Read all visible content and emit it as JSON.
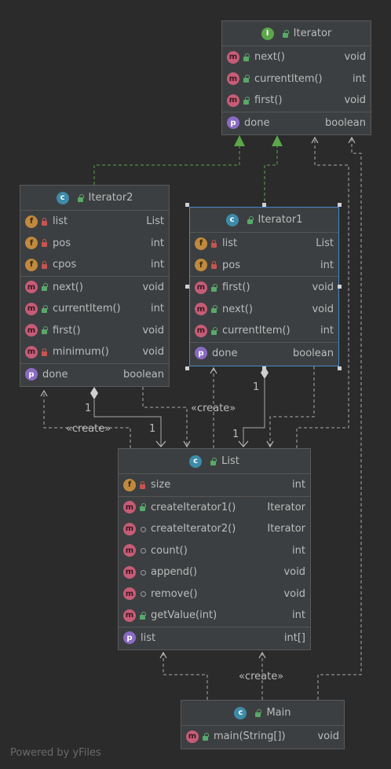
{
  "classes": [
    {
      "id": "Iterator",
      "kind": "I",
      "name": "Iterator",
      "sections": [
        [
          {
            "badge": "m",
            "vis": "pub",
            "name": "next()",
            "type": "void"
          },
          {
            "badge": "m",
            "vis": "pub",
            "name": "currentItem()",
            "type": "int"
          },
          {
            "badge": "m",
            "vis": "pub",
            "name": "first()",
            "type": "void"
          }
        ],
        [
          {
            "badge": "p",
            "vis": "",
            "name": "done",
            "type": "boolean"
          }
        ]
      ]
    },
    {
      "id": "Iterator2",
      "kind": "C",
      "name": "Iterator2",
      "sections": [
        [
          {
            "badge": "f",
            "vis": "priv",
            "name": "list",
            "type": "List"
          },
          {
            "badge": "f",
            "vis": "priv",
            "name": "pos",
            "type": "int"
          },
          {
            "badge": "f",
            "vis": "priv",
            "name": "cpos",
            "type": "int"
          }
        ],
        [
          {
            "badge": "m",
            "vis": "pub",
            "name": "next()",
            "type": "void"
          },
          {
            "badge": "m",
            "vis": "pub",
            "name": "currentItem()",
            "type": "int"
          },
          {
            "badge": "m",
            "vis": "pub",
            "name": "first()",
            "type": "void"
          },
          {
            "badge": "m",
            "vis": "priv",
            "name": "minimum()",
            "type": "void"
          }
        ],
        [
          {
            "badge": "p",
            "vis": "",
            "name": "done",
            "type": "boolean"
          }
        ]
      ]
    },
    {
      "id": "Iterator1",
      "kind": "C",
      "name": "Iterator1",
      "sections": [
        [
          {
            "badge": "f",
            "vis": "priv",
            "name": "list",
            "type": "List"
          },
          {
            "badge": "f",
            "vis": "priv",
            "name": "pos",
            "type": "int"
          }
        ],
        [
          {
            "badge": "m",
            "vis": "pub",
            "name": "first()",
            "type": "void"
          },
          {
            "badge": "m",
            "vis": "pub",
            "name": "next()",
            "type": "void"
          },
          {
            "badge": "m",
            "vis": "pub",
            "name": "currentItem()",
            "type": "int"
          }
        ],
        [
          {
            "badge": "p",
            "vis": "",
            "name": "done",
            "type": "boolean"
          }
        ]
      ]
    },
    {
      "id": "List",
      "kind": "C",
      "name": "List",
      "sections": [
        [
          {
            "badge": "f",
            "vis": "priv",
            "name": "size",
            "type": "int"
          }
        ],
        [
          {
            "badge": "m",
            "vis": "pub",
            "name": "createIterator1()",
            "type": "Iterator"
          },
          {
            "badge": "m",
            "vis": "pkg",
            "name": "createIterator2()",
            "type": "Iterator"
          },
          {
            "badge": "m",
            "vis": "pkg",
            "name": "count()",
            "type": "int"
          },
          {
            "badge": "m",
            "vis": "pkg",
            "name": "append()",
            "type": "void"
          },
          {
            "badge": "m",
            "vis": "pkg",
            "name": "remove()",
            "type": "void"
          },
          {
            "badge": "m",
            "vis": "pub",
            "name": "getValue(int)",
            "type": "int"
          }
        ],
        [
          {
            "badge": "p",
            "vis": "",
            "name": "list",
            "type": "int[]"
          }
        ]
      ]
    },
    {
      "id": "Main",
      "kind": "C",
      "name": "Main",
      "sections": [
        [
          {
            "badge": "m",
            "vis": "pub",
            "name": "main(String[])",
            "type": "void"
          }
        ]
      ]
    }
  ],
  "edge_labels": {
    "create_iter2": "«create»",
    "create_iter2_left": "«create»",
    "create_main": "«create»",
    "mult_iter2_top": "1",
    "mult_iter2_bottom": "1",
    "mult_iter1_top": "1",
    "mult_iter1_bottom": "1"
  },
  "footer": "Powered by yFiles",
  "colors": {
    "background": "#2b2b2b",
    "node": "#3c3f41",
    "selected_border": "#4a88c7",
    "edge": "#a9a9a9",
    "realization_arrow": "#5ba64a"
  }
}
